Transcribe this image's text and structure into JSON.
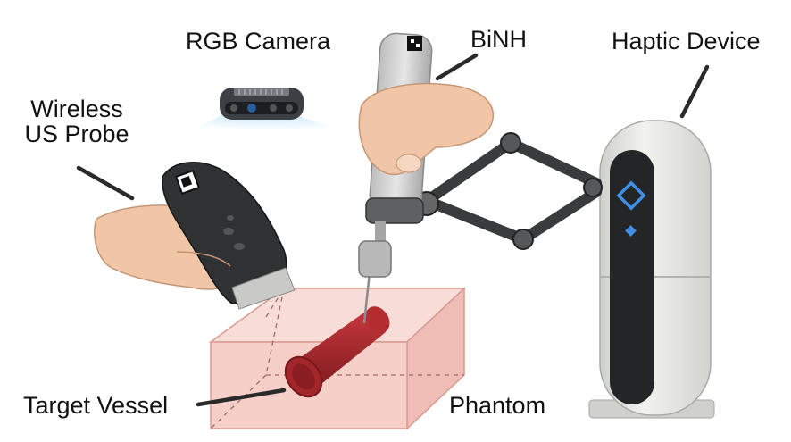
{
  "labels": {
    "rgb_camera": "RGB Camera",
    "binh": "BiNH",
    "haptic_device": "Haptic Device",
    "probe_line1": "Wireless",
    "probe_line2": "US Probe",
    "target_vessel": "Target Vessel",
    "phantom": "Phantom"
  },
  "colors": {
    "phantom_fill": "#f6cfc9",
    "phantom_edge": "#d99a92",
    "vessel": "#a3262b",
    "skin": "#f1c6a6",
    "device_shell": "#e7e7e4",
    "device_panel": "#232527",
    "accent_blue": "#3f8fe6",
    "arm": "#3a3b3d"
  }
}
